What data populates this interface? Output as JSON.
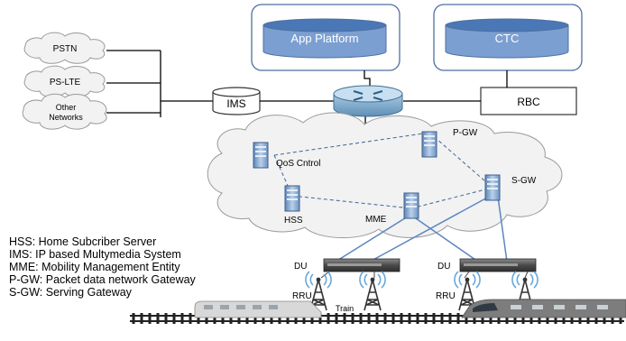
{
  "colors": {
    "db_top": "#4a78b6",
    "db_body": "#7b9fd1",
    "db_border": "#4e6fa0",
    "cloud_fill": "#f2f2f2",
    "cloud_stroke": "#9a9a9a",
    "link_blue": "#5b86c0",
    "dash": "#4f6f9e",
    "server": "#8aaed6",
    "router": "#7fa9c8",
    "text": "#000000",
    "white": "#ffffff"
  },
  "networks": {
    "pstn": "PSTN",
    "ps_lte": "PS-LTE",
    "other_line1": "Other",
    "other_line2": "Networks"
  },
  "databases": {
    "app_platform": "App Platform",
    "ctc": "CTC",
    "ims": "IMS"
  },
  "boxes": {
    "rbc": "RBC"
  },
  "core_nodes": {
    "pgw": "P-GW",
    "qos": "QoS Cntrol",
    "hss": "HSS",
    "mme": "MME",
    "sgw": "S-GW"
  },
  "ran": {
    "du_left": "DU",
    "du_right": "DU",
    "rru_left": "RRU",
    "rru_right": "RRU"
  },
  "train": {
    "label": "Train"
  },
  "legend": [
    "HSS: Home Subcriber Server",
    "IMS: IP based Multymedia System",
    "MME: Mobility Management Entity",
    "P-GW: Packet data network Gateway",
    "S-GW: Serving Gateway"
  ]
}
